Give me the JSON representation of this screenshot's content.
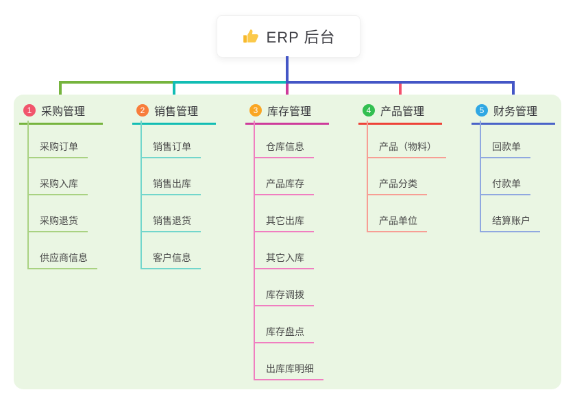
{
  "root": {
    "title": "ERP 后台",
    "icon": "thumbs-up-icon",
    "icon_color": "#f7b92c"
  },
  "connector_colors": {
    "stem": "#4456c6",
    "segment_left": "#76b43e",
    "segment_mid": "#12bdb4",
    "segment_right": "#4456c6"
  },
  "panel_color": "#eaf6e3",
  "branches": [
    {
      "number": "1",
      "title": "采购管理",
      "badge_color": "#f1556c",
      "line_color": "#76b43e",
      "child_line_color": "#a9d282",
      "children": [
        "采购订单",
        "采购入库",
        "采购退货",
        "供应商信息"
      ]
    },
    {
      "number": "2",
      "title": "销售管理",
      "badge_color": "#f87d3b",
      "line_color": "#12bdb4",
      "child_line_color": "#72d6cc",
      "children": [
        "销售订单",
        "销售出库",
        "销售退货",
        "客户信息"
      ]
    },
    {
      "number": "3",
      "title": "库存管理",
      "badge_color": "#faa623",
      "line_color": "#ce3b9b",
      "child_line_color": "#f07ec0",
      "children": [
        "仓库信息",
        "产品库存",
        "其它出库",
        "其它入库",
        "库存调拨",
        "库存盘点",
        "出库库明细"
      ]
    },
    {
      "number": "4",
      "title": "产品管理",
      "badge_color": "#33bf51",
      "line_color": "#ee4237",
      "child_line_color": "#f79e94",
      "children": [
        "产品（物料）",
        "产品分类",
        "产品单位"
      ]
    },
    {
      "number": "5",
      "title": "财务管理",
      "badge_color": "#2fa7e3",
      "line_color": "#4a63c8",
      "child_line_color": "#90a8e0",
      "children": [
        "回款单",
        "付款单",
        "结算账户"
      ]
    }
  ]
}
